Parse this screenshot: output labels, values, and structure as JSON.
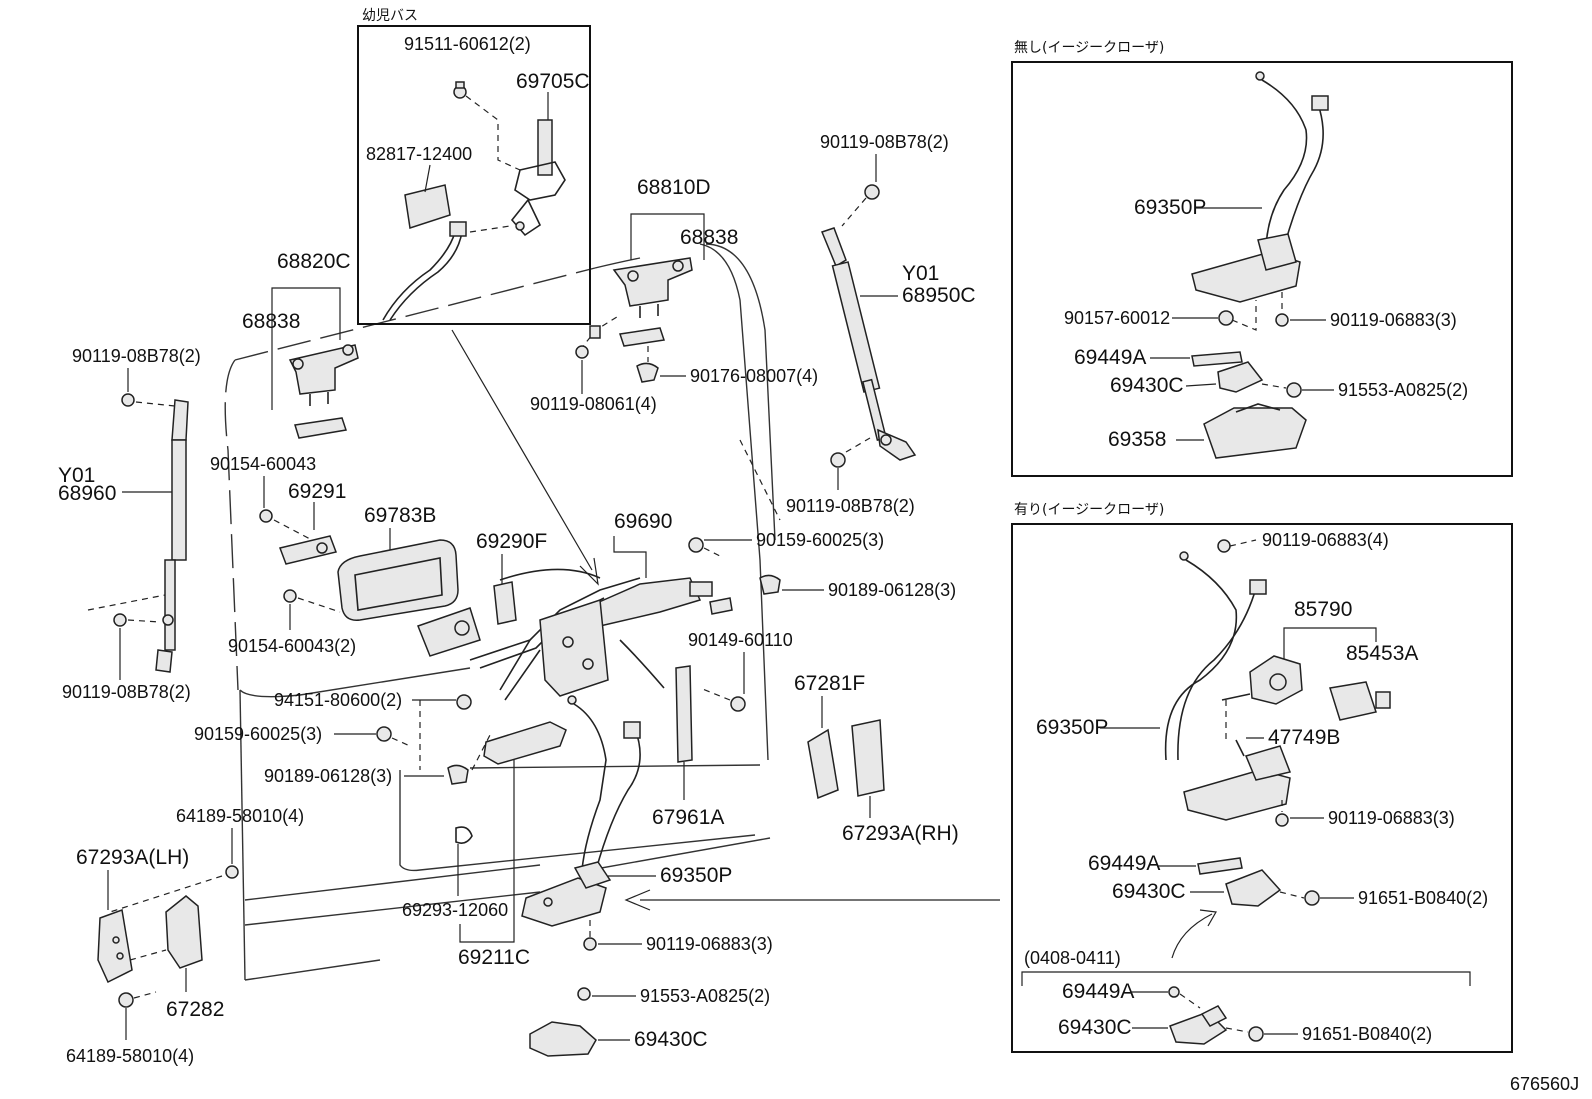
{
  "diagram_id": "676560J",
  "inset_child_bus": {
    "title": "幼児バス"
  },
  "inset_no_closer": {
    "title": "無し(イージークローザ)"
  },
  "inset_with_closer": {
    "title": "有り(イージークローザ)",
    "date_range": "(0408-0411)"
  },
  "labels": {
    "p91511": "91511-60612(2)",
    "p69705C": "69705C",
    "p82817": "82817-12400",
    "p68810D": "68810D",
    "p68838_r": "68838",
    "p68820C": "68820C",
    "p68838_l": "68838",
    "p90119_08B78_tl": "90119-08B78(2)",
    "pY01_l": "Y01",
    "p68960": "68960",
    "p90154_a": "90154-60043",
    "p69291": "69291",
    "p69783B": "69783B",
    "p69290F": "69290F",
    "p69690": "69690",
    "p90119_08061": "90119-08061(4)",
    "p90176": "90176-08007(4)",
    "p90119_08B78_tr": "90119-08B78(2)",
    "pY01_r": "Y01",
    "p68950C": "68950C",
    "p90119_08B78_br": "90119-08B78(2)",
    "p90159_r": "90159-60025(3)",
    "p90189_r": "90189-06128(3)",
    "p90149": "90149-60110",
    "p90154_b": "90154-60043(2)",
    "p90119_08B78_bl": "90119-08B78(2)",
    "p94151": "94151-80600(2)",
    "p90159_l": "90159-60025(3)",
    "p90189_l": "90189-06128(3)",
    "p67281F": "67281F",
    "p67961A": "67961A",
    "p67293A_RH": "67293A(RH)",
    "p64189_t": "64189-58010(4)",
    "p67293A_LH": "67293A(LH)",
    "p69350P_main": "69350P",
    "p69293": "69293-12060",
    "p69211C": "69211C",
    "p90119_06883_main": "90119-06883(3)",
    "p91553_main": "91553-A0825(2)",
    "p69430C_main": "69430C",
    "p67282": "67282",
    "p64189_b": "64189-58010(4)",
    "n69350P": "69350P",
    "n90157": "90157-60012",
    "n90119_06883": "90119-06883(3)",
    "n69449A": "69449A",
    "n69430C": "69430C",
    "n91553": "91553-A0825(2)",
    "n69358": "69358",
    "w90119_06883_t": "90119-06883(4)",
    "w85790": "85790",
    "w85453A": "85453A",
    "w69350P": "69350P",
    "w47749B": "47749B",
    "w90119_06883_b": "90119-06883(3)",
    "w69449A": "69449A",
    "w69430C": "69430C",
    "w91651": "91651-B0840(2)",
    "w69449A_2": "69449A",
    "w69430C_2": "69430C",
    "w91651_2": "91651-B0840(2)"
  }
}
